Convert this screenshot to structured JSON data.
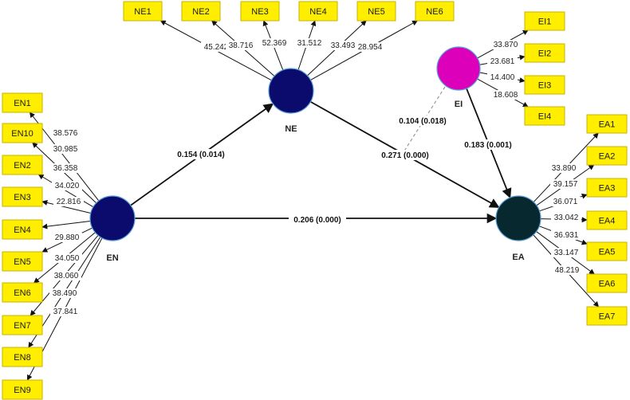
{
  "colors": {
    "indicator_fill": "#ffee00",
    "indicator_border": "#c9b300",
    "latent_fill": "#0b0b6e",
    "latent_border": "#5a9fd4",
    "moderator_fill": "#dd00bb",
    "outcome_fill": "#06282e",
    "moderator_path": "#9a9a9a",
    "line": "#111111"
  },
  "constructs": [
    {
      "id": "EN",
      "label": "EN",
      "color": "#0b0b6e"
    },
    {
      "id": "NE",
      "label": "NE",
      "color": "#0b0b6e"
    },
    {
      "id": "EI",
      "label": "EI",
      "color": "#dd00bb"
    },
    {
      "id": "EA",
      "label": "EA",
      "color": "#06282e"
    }
  ],
  "indicators": {
    "NE": [
      {
        "name": "NE1",
        "loading": "45.242"
      },
      {
        "name": "NE2",
        "loading": "38.716"
      },
      {
        "name": "NE3",
        "loading": "52.369"
      },
      {
        "name": "NE4",
        "loading": "31.512"
      },
      {
        "name": "NE5",
        "loading": "33.493"
      },
      {
        "name": "NE6",
        "loading": "28.954"
      }
    ],
    "EI": [
      {
        "name": "EI1",
        "loading": "33.870"
      },
      {
        "name": "EI2",
        "loading": "23.681"
      },
      {
        "name": "EI3",
        "loading": "14.400"
      },
      {
        "name": "EI4",
        "loading": "18.608"
      }
    ],
    "EN": [
      {
        "name": "EN1",
        "loading": "38.576"
      },
      {
        "name": "EN10",
        "loading": "30.985"
      },
      {
        "name": "EN2",
        "loading": "36.358"
      },
      {
        "name": "EN3",
        "loading": "34.020"
      },
      {
        "name": "EN4",
        "loading": "22.816"
      },
      {
        "name": "EN5",
        "loading": "29.880"
      },
      {
        "name": "EN6",
        "loading": "34.050"
      },
      {
        "name": "EN7",
        "loading": "38.060"
      },
      {
        "name": "EN8",
        "loading": "38.490"
      },
      {
        "name": "EN9",
        "loading": "37.841"
      }
    ],
    "EA": [
      {
        "name": "EA1",
        "loading": "33.890"
      },
      {
        "name": "EA2",
        "loading": "39.157"
      },
      {
        "name": "EA3",
        "loading": "36.071"
      },
      {
        "name": "EA4",
        "loading": "33.042"
      },
      {
        "name": "EA5",
        "loading": "36.931"
      },
      {
        "name": "EA6",
        "loading": "33.147"
      },
      {
        "name": "EA7",
        "loading": "48.219"
      }
    ]
  },
  "paths": [
    {
      "from": "EN",
      "to": "NE",
      "label": "0.154 (0.014)",
      "style": "solid"
    },
    {
      "from": "NE",
      "to": "EA",
      "label": "0.271 (0.000)",
      "style": "solid"
    },
    {
      "from": "EN",
      "to": "EA",
      "label": "0.206 (0.000)",
      "style": "solid"
    },
    {
      "from": "EI",
      "to": "EA",
      "label": "0.183 (0.001)",
      "style": "solid"
    },
    {
      "from": "EI",
      "to": "NE-EA",
      "label": "0.104 (0.018)",
      "style": "dashed"
    }
  ]
}
